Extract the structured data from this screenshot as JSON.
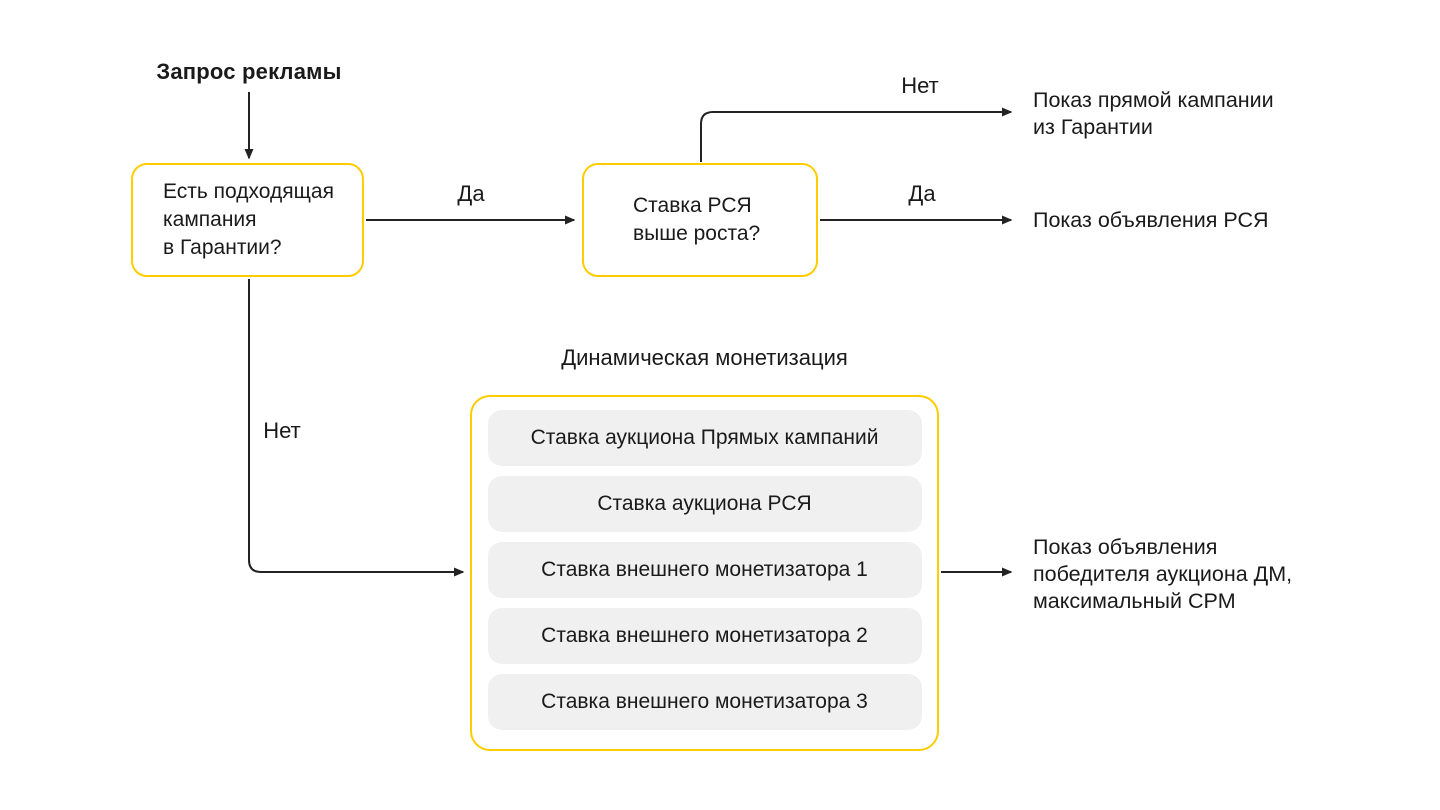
{
  "colors": {
    "accent_yellow": "#ffcc00",
    "pill_gray": "#f0f0f0",
    "line_black": "#232323",
    "text_black": "#1a1a1a",
    "background": "#ffffff"
  },
  "flow": {
    "start": "Запрос рекламы",
    "node_guarantee": "Есть подходящая\nкампания\nв Гарантии?",
    "node_rsya": "Ставка РСЯ\nвыше роста?",
    "edge_labels": {
      "guarantee_yes": "Да",
      "rsya_no": "Нет",
      "rsya_yes": "Да",
      "guarantee_no": "Нет"
    },
    "outcomes": {
      "direct": "Показ прямой кампании\nиз Гарантии",
      "rsya": "Показ объявления РСЯ",
      "dm": "Показ объявления\nпобедителя аукциона ДМ,\nмаксимальный CPM"
    }
  },
  "dm": {
    "title": "Динамическая монетизация",
    "items": [
      "Ставка аукциона Прямых кампаний",
      "Ставка аукциона РСЯ",
      "Ставка внешнего монетизатора 1",
      "Ставка внешнего монетизатора 2",
      "Ставка внешнего монетизатора 3"
    ]
  }
}
